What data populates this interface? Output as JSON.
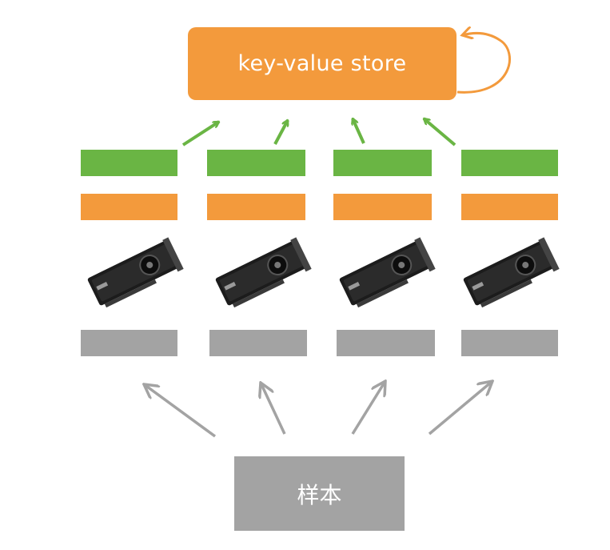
{
  "kv_store": {
    "label": "key-value store"
  },
  "sample": {
    "label": "样本"
  },
  "colors": {
    "kv_box": "#F39A3C",
    "kv_loop": "#F39A3C",
    "green_bar": "#6AB544",
    "orange_bar": "#F39A3C",
    "gray_bar": "#A3A3A3",
    "sample_box": "#A3A3A3",
    "green_arrow": "#6AB544",
    "gray_arrow": "#A3A3A3"
  },
  "gpu_icon": "gpu-card-icon",
  "columns": [
    {
      "id": 1
    },
    {
      "id": 2
    },
    {
      "id": 3
    },
    {
      "id": 4
    }
  ]
}
